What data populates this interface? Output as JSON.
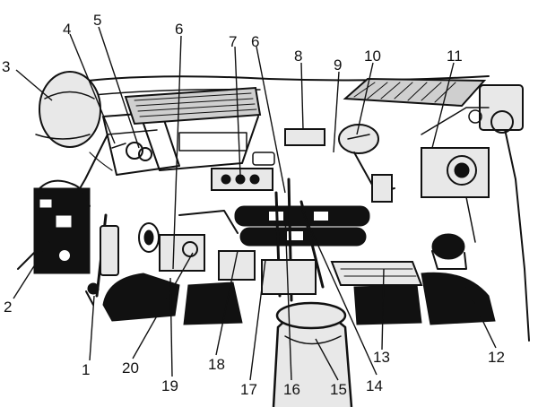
{
  "callouts": [
    {
      "id": "c1",
      "text": "1"
    },
    {
      "id": "c2",
      "text": "2"
    },
    {
      "id": "c3",
      "text": "3"
    },
    {
      "id": "c4",
      "text": "4"
    },
    {
      "id": "c5",
      "text": "5"
    },
    {
      "id": "c6a",
      "text": "6"
    },
    {
      "id": "c6b",
      "text": "6"
    },
    {
      "id": "c7",
      "text": "7"
    },
    {
      "id": "c8",
      "text": "8"
    },
    {
      "id": "c9",
      "text": "9"
    },
    {
      "id": "c10",
      "text": "10"
    },
    {
      "id": "c11",
      "text": "11"
    },
    {
      "id": "c12",
      "text": "12"
    },
    {
      "id": "c13",
      "text": "13"
    },
    {
      "id": "c14",
      "text": "14"
    },
    {
      "id": "c15",
      "text": "15"
    },
    {
      "id": "c16",
      "text": "16"
    },
    {
      "id": "c17",
      "text": "17"
    },
    {
      "id": "c18",
      "text": "18"
    },
    {
      "id": "c19",
      "text": "19"
    },
    {
      "id": "c20",
      "text": "20"
    }
  ],
  "colors": {
    "ink": "#111111",
    "paper": "#ffffff",
    "shade": "#cfcfcf"
  }
}
